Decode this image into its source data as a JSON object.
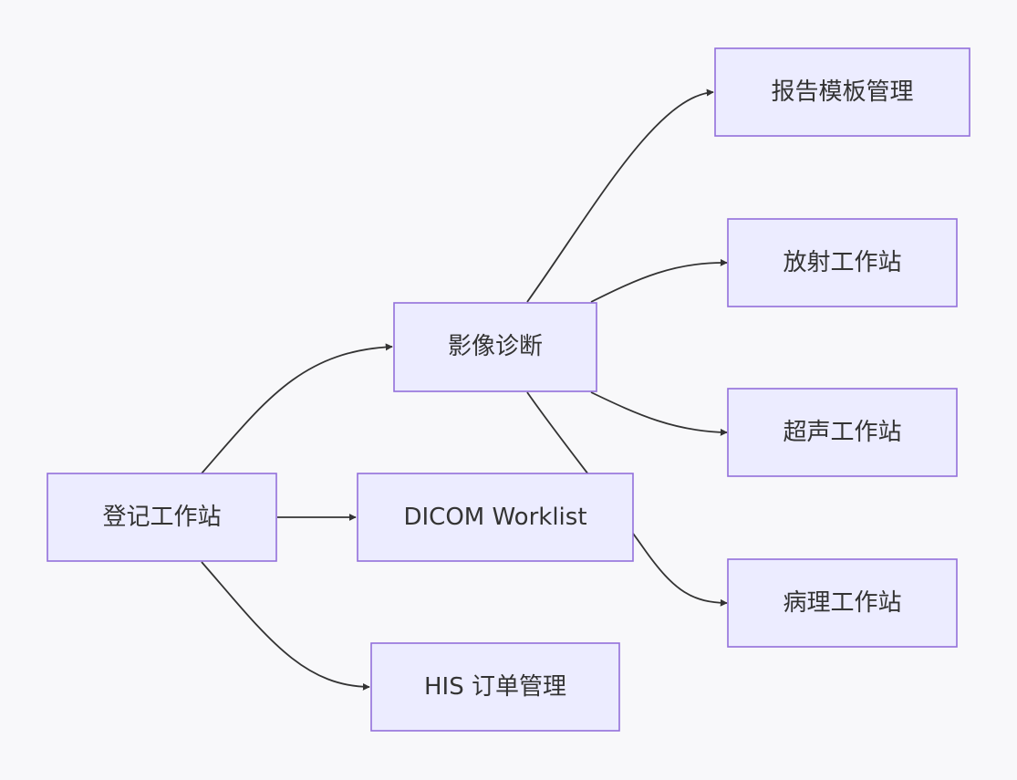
{
  "nodes": {
    "register": {
      "label": "登记工作站"
    },
    "imaging": {
      "label": "影像诊断"
    },
    "worklist": {
      "label": "DICOM Worklist"
    },
    "his": {
      "label": "HIS 订单管理"
    },
    "report": {
      "label": "报告模板管理"
    },
    "radiology": {
      "label": "放射工作站"
    },
    "ultrasound": {
      "label": "超声工作站"
    },
    "pathology": {
      "label": "病理工作站"
    }
  },
  "colors": {
    "node_fill": "#ececff",
    "node_stroke": "#9370db",
    "edge": "#333333",
    "text": "#333333",
    "background": "#f8f8fa"
  }
}
